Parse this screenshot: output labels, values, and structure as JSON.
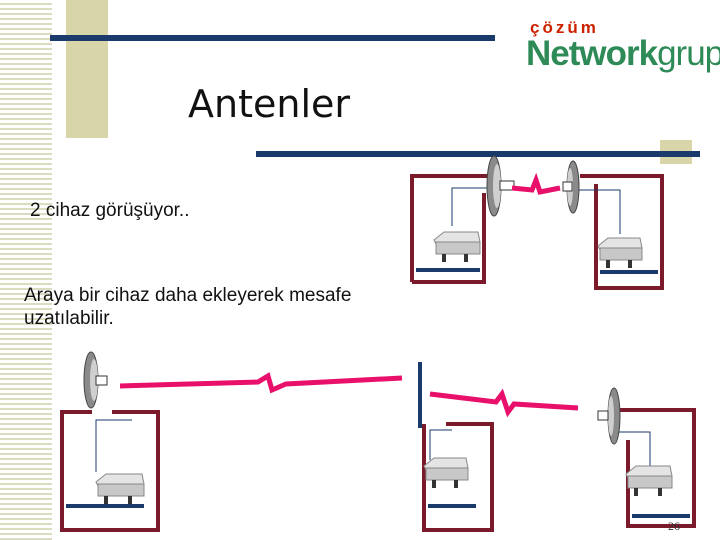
{
  "slide": {
    "title": "Antenler",
    "text1": "2 cihaz  görüşüyor..",
    "text2": "Araya bir cihaz daha ekleyerek mesafe uzatılabilir.",
    "page_number": "26"
  },
  "logo": {
    "top": "çözüm",
    "main": "Network",
    "suffix": "grup",
    "colors": {
      "top": "#cc2200",
      "main": "#2e8b57"
    }
  },
  "colors": {
    "navy": "#1a3a6b",
    "frame": "#7a1a2a",
    "signal": "#e8106a",
    "olive": "#d8d6a8"
  },
  "icons": [
    "dish-antenna-icon",
    "access-point-icon",
    "wireless-link-icon"
  ]
}
